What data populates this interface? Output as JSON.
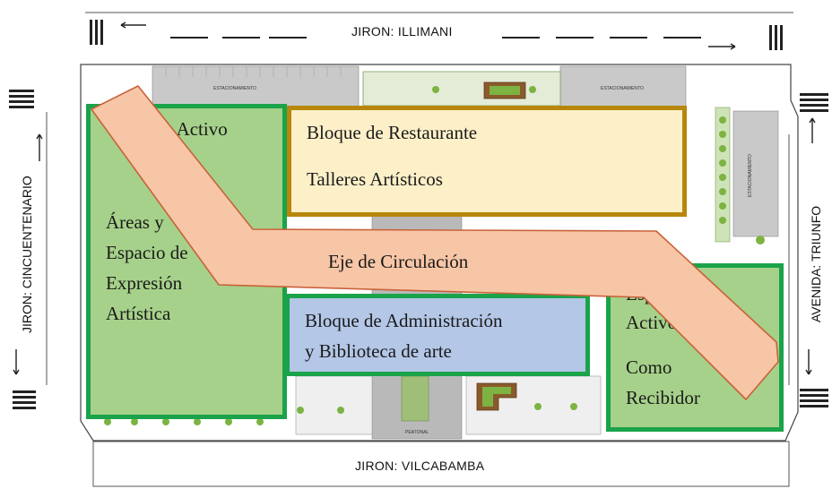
{
  "streets": {
    "top": "JIRON: ILLIMANI",
    "bottom": "JIRON: VILCABAMBA",
    "left": "JIRON: CINCUENTENARIO",
    "right": "AVENIDA:   TRIUNFO"
  },
  "plan_labels": {
    "parking_a": "ESTACIONAMIENTO",
    "parking_b": "ESTACIONAMIENTO",
    "parking_c": "ESTACIONAMIENTO",
    "bottom_small": "PEATONAL"
  },
  "zones": {
    "left": {
      "line1": "Espacio Activo",
      "line2": "Áreas      y",
      "line3": "Espacio de",
      "line4": "Expresión",
      "line5": "Artística"
    },
    "restaurant": {
      "line1": "Bloque de Restaurante",
      "line2": "Talleres Artísticos"
    },
    "admin": {
      "line1": "Bloque de Administración",
      "line2": "y Biblioteca de arte"
    },
    "right": {
      "line1": "Espacio",
      "line2": "Activo",
      "line3": "Como",
      "line4": "Recibidor"
    },
    "axis": "Eje de Circulación"
  },
  "colors": {
    "green_zone": "#a6d18a",
    "green_border": "#1aa34a",
    "restaurant_fill": "#fdf0c8",
    "restaurant_border": "#b8860b",
    "admin_fill": "#b4c7e7",
    "axis_fill": "#f7c6a6",
    "axis_border": "#c8623a"
  }
}
